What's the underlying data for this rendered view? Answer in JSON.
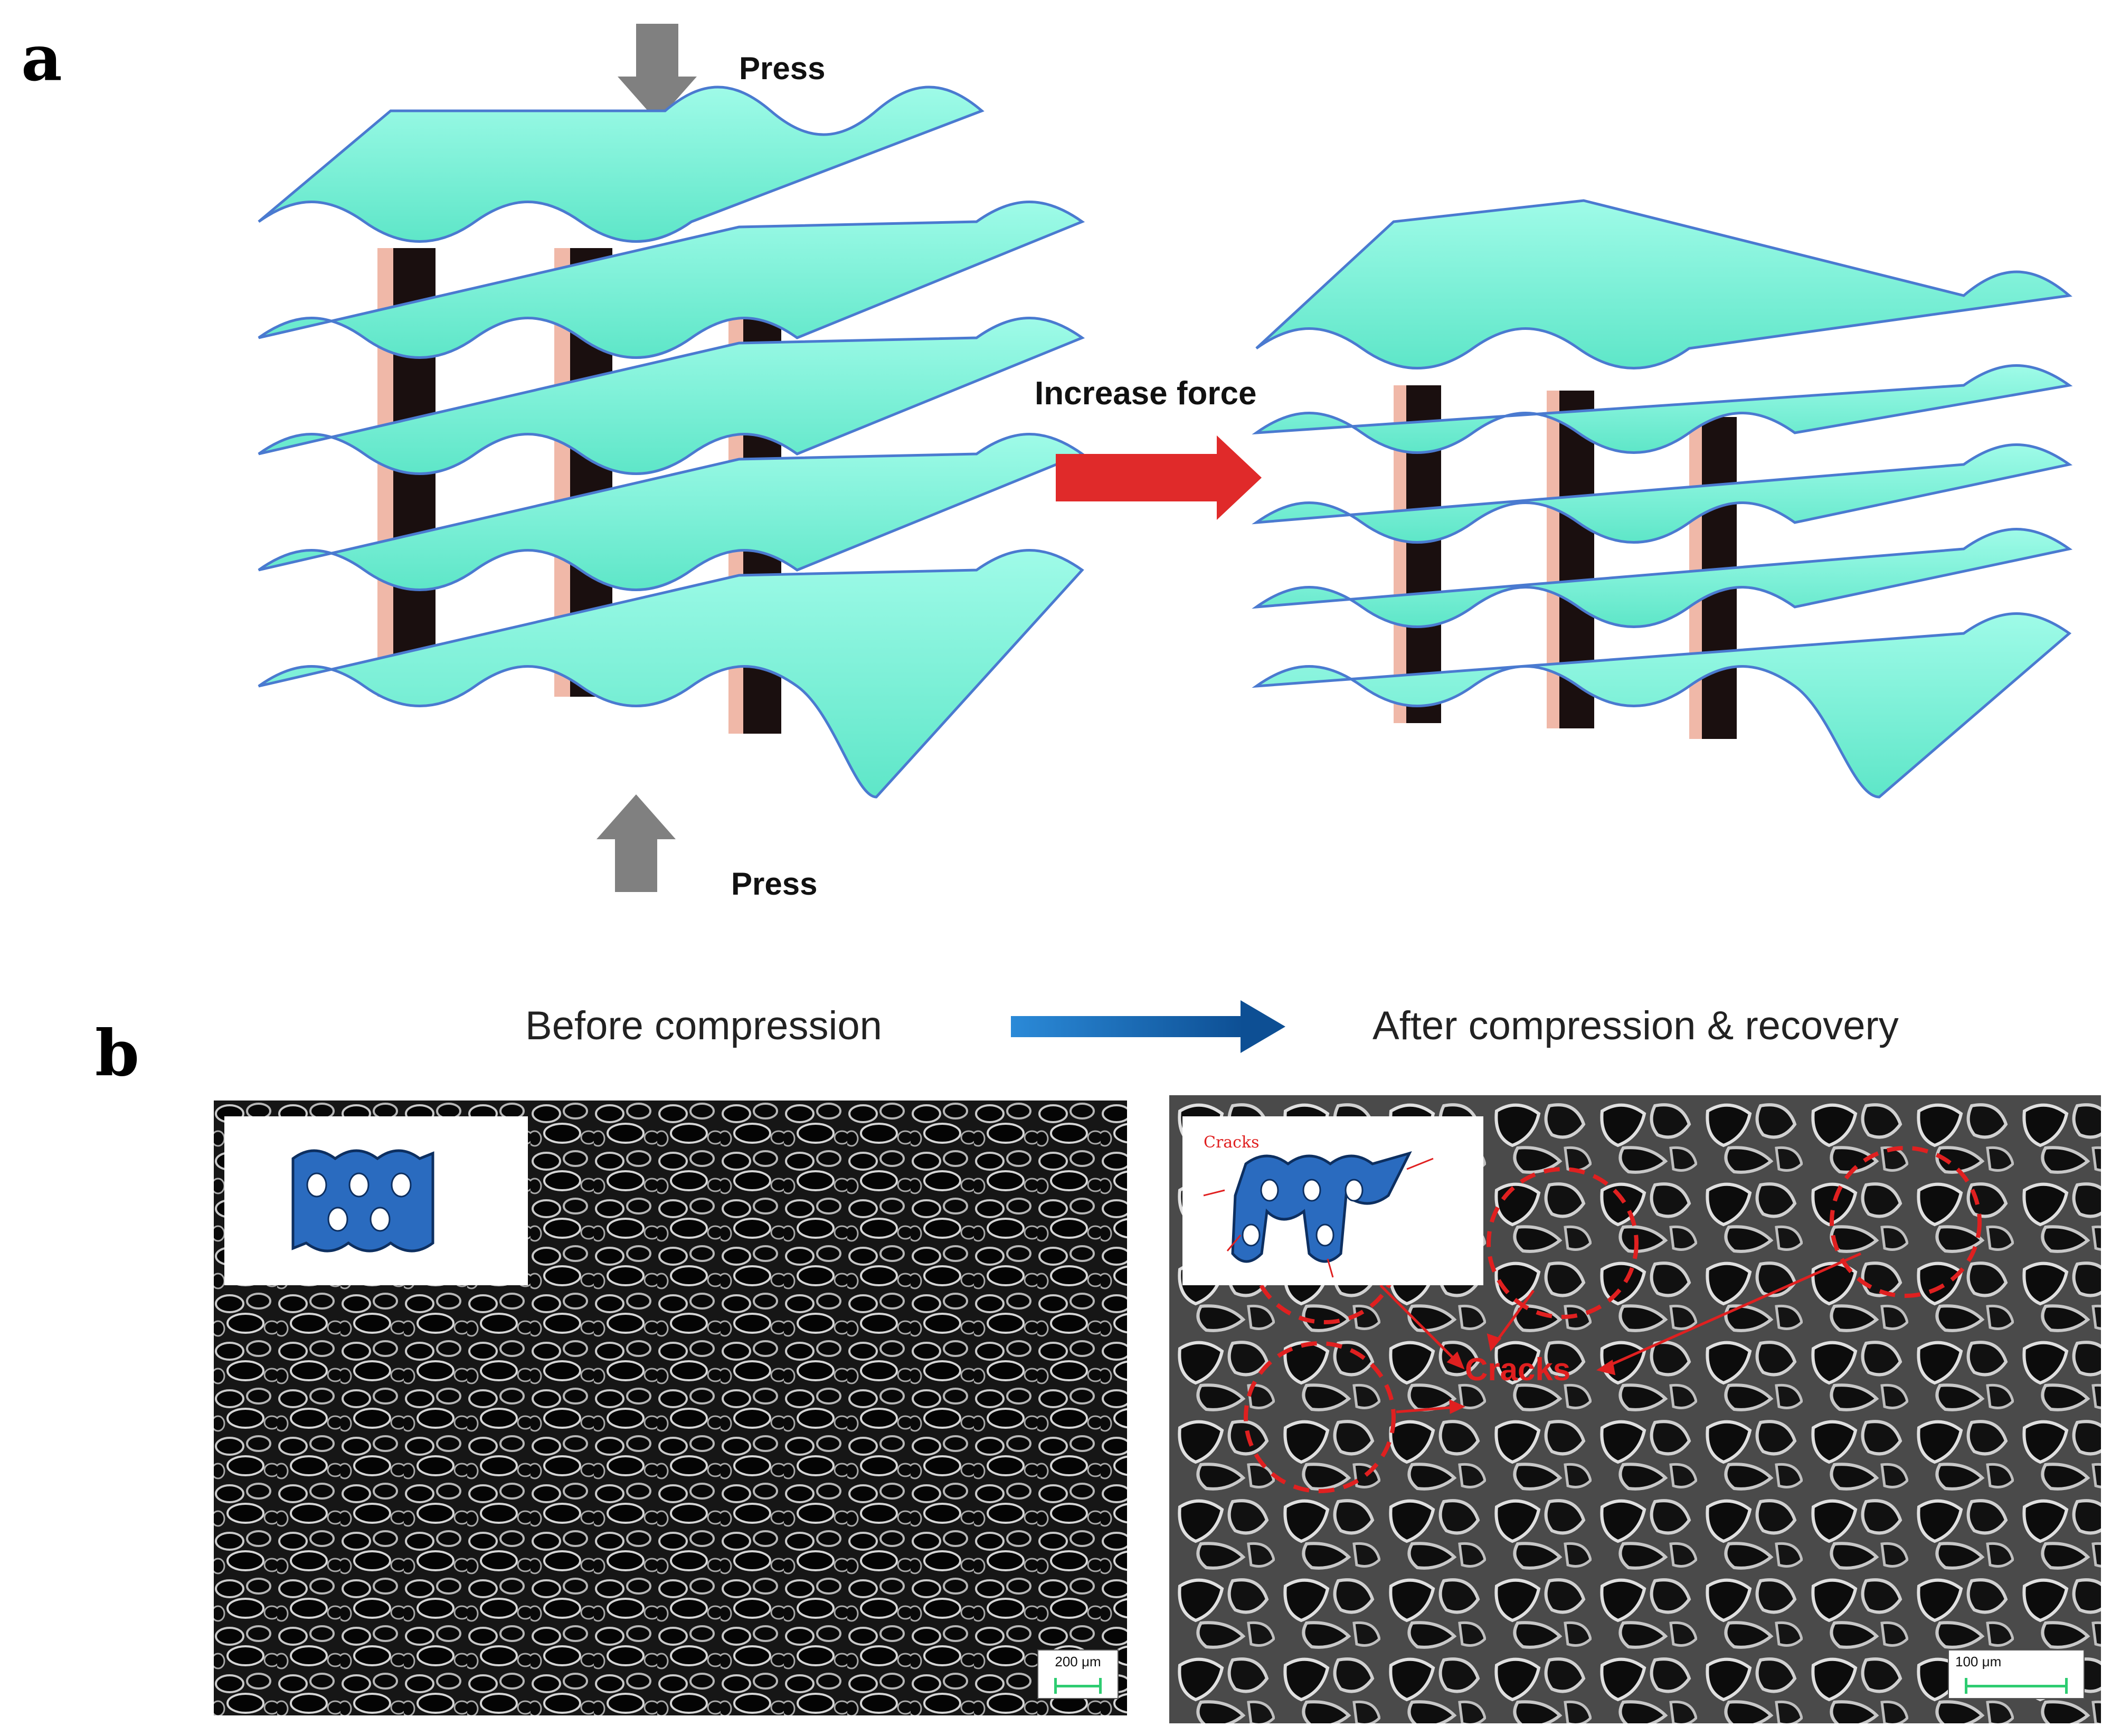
{
  "panel_a": {
    "letter": "a",
    "press_top": "Press",
    "press_bottom": "Press",
    "increase_force": "Increase force",
    "colors": {
      "sheet": "#7ff5dc",
      "sheet_edge": "#4a7ad0",
      "cell_dark": "#1a0f0f",
      "cell_wall": "#f0b8a8",
      "arrow_gray": "#808080",
      "arrow_red": "#e02a2a"
    }
  },
  "panel_b": {
    "letter": "b",
    "before_title": "Before compression",
    "after_title": "After compression & recovery",
    "scale_left": "200 μm",
    "scale_right": "100 μm",
    "inset_cracks_label": "Cracks",
    "cracks_label": "Cracks",
    "colors": {
      "arrow_blue": "#1a6fc0",
      "crack_red": "#e02020",
      "scale_green": "#2ecc71"
    }
  }
}
